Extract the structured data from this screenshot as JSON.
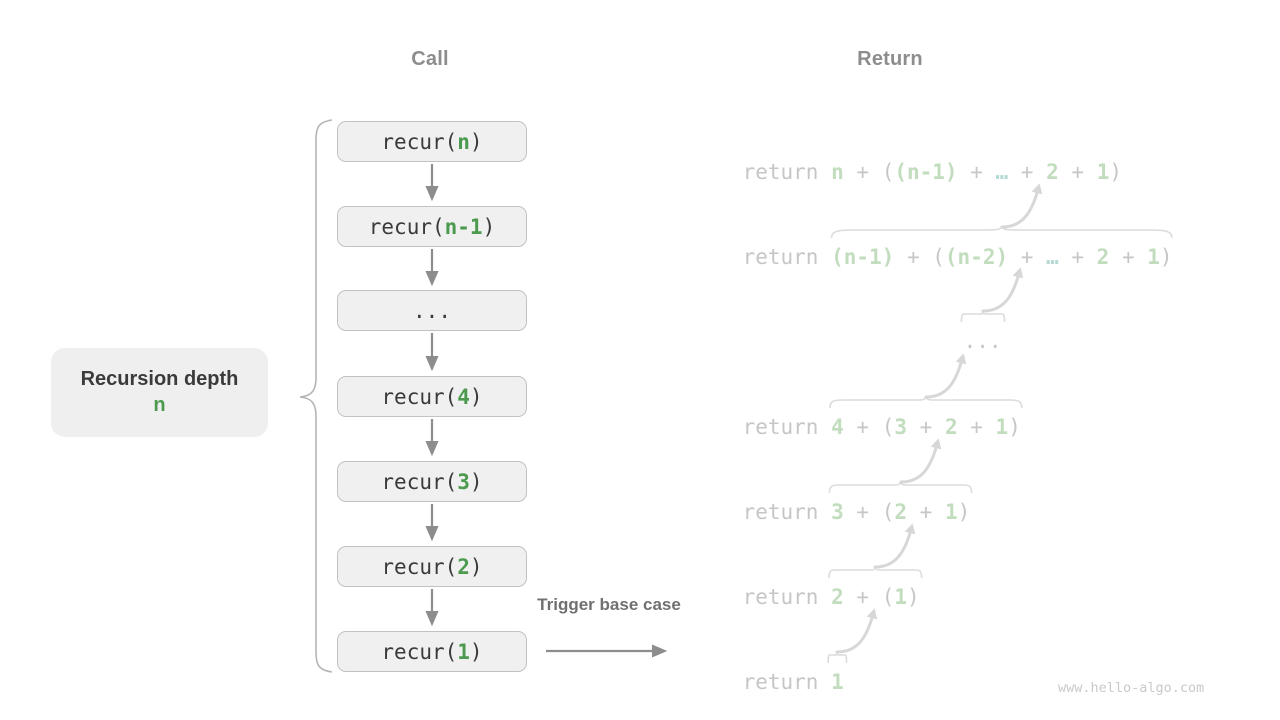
{
  "headers": {
    "call": "Call",
    "return": "Return"
  },
  "left_label": {
    "line1": "Recursion depth",
    "line2": "n"
  },
  "trigger_label": "Trigger base case",
  "watermark": "www.hello-algo.com",
  "colors": {
    "accent_green": "#4c9a4d",
    "light_green": "#c2ddbe",
    "teal_ellipsis": "#b4d8d4",
    "box_fill": "#f0f0f1",
    "box_border": "#c2c2c2",
    "header_gray": "#8d8d8d",
    "return_gray": "#c6c6c6",
    "arrow_gray": "#8d8d8d",
    "faint_stroke": "#d7d7d7"
  },
  "call_boxes": [
    {
      "segments": [
        {
          "t": "recur(",
          "s": "dark"
        },
        {
          "t": "n",
          "s": "green"
        },
        {
          "t": ")",
          "s": "dark"
        }
      ]
    },
    {
      "segments": [
        {
          "t": "recur(",
          "s": "dark"
        },
        {
          "t": "n-1",
          "s": "green"
        },
        {
          "t": ")",
          "s": "dark"
        }
      ]
    },
    {
      "segments": [
        {
          "t": "...",
          "s": "dark"
        }
      ]
    },
    {
      "segments": [
        {
          "t": "recur(",
          "s": "dark"
        },
        {
          "t": "4",
          "s": "green"
        },
        {
          "t": ")",
          "s": "dark"
        }
      ]
    },
    {
      "segments": [
        {
          "t": "recur(",
          "s": "dark"
        },
        {
          "t": "3",
          "s": "green"
        },
        {
          "t": ")",
          "s": "dark"
        }
      ]
    },
    {
      "segments": [
        {
          "t": "recur(",
          "s": "dark"
        },
        {
          "t": "2",
          "s": "green"
        },
        {
          "t": ")",
          "s": "dark"
        }
      ]
    },
    {
      "segments": [
        {
          "t": "recur(",
          "s": "dark"
        },
        {
          "t": "1",
          "s": "green"
        },
        {
          "t": ")",
          "s": "dark"
        }
      ]
    }
  ],
  "return_rows": [
    {
      "lead": "return ",
      "expr": [
        {
          "t": "n",
          "s": "lightgreen"
        },
        {
          "t": " + ",
          "s": "gray"
        },
        {
          "t": "(",
          "s": "gray"
        },
        {
          "t": "(n-1)",
          "s": "lightgreen"
        },
        {
          "t": " + ",
          "s": "gray"
        },
        {
          "t": "…",
          "s": "teal"
        },
        {
          "t": " + ",
          "s": "gray"
        },
        {
          "t": "2",
          "s": "lightgreen"
        },
        {
          "t": " + ",
          "s": "gray"
        },
        {
          "t": "1",
          "s": "lightgreen"
        },
        {
          "t": ")",
          "s": "gray"
        }
      ]
    },
    {
      "lead": "return ",
      "expr": [
        {
          "t": "(n-1)",
          "s": "lightgreen"
        },
        {
          "t": " + ",
          "s": "gray"
        },
        {
          "t": "(",
          "s": "gray"
        },
        {
          "t": "(n-2)",
          "s": "lightgreen"
        },
        {
          "t": " + ",
          "s": "gray"
        },
        {
          "t": "…",
          "s": "teal"
        },
        {
          "t": " + ",
          "s": "gray"
        },
        {
          "t": "2",
          "s": "lightgreen"
        },
        {
          "t": " + ",
          "s": "gray"
        },
        {
          "t": "1",
          "s": "lightgreen"
        },
        {
          "t": ")",
          "s": "gray"
        }
      ]
    },
    {
      "lead": "",
      "expr": [
        {
          "t": "...",
          "s": "gray"
        }
      ]
    },
    {
      "lead": "return ",
      "expr": [
        {
          "t": "4",
          "s": "lightgreen"
        },
        {
          "t": " + ",
          "s": "gray"
        },
        {
          "t": "(",
          "s": "gray"
        },
        {
          "t": "3",
          "s": "lightgreen"
        },
        {
          "t": " + ",
          "s": "gray"
        },
        {
          "t": "2",
          "s": "lightgreen"
        },
        {
          "t": " + ",
          "s": "gray"
        },
        {
          "t": "1",
          "s": "lightgreen"
        },
        {
          "t": ")",
          "s": "gray"
        }
      ]
    },
    {
      "lead": "return ",
      "expr": [
        {
          "t": "3",
          "s": "lightgreen"
        },
        {
          "t": " + ",
          "s": "gray"
        },
        {
          "t": "(",
          "s": "gray"
        },
        {
          "t": "2",
          "s": "lightgreen"
        },
        {
          "t": " + ",
          "s": "gray"
        },
        {
          "t": "1",
          "s": "lightgreen"
        },
        {
          "t": ")",
          "s": "gray"
        }
      ]
    },
    {
      "lead": "return ",
      "expr": [
        {
          "t": "2",
          "s": "lightgreen"
        },
        {
          "t": " + ",
          "s": "gray"
        },
        {
          "t": "(",
          "s": "gray"
        },
        {
          "t": "1",
          "s": "lightgreen"
        },
        {
          "t": ")",
          "s": "gray"
        }
      ]
    },
    {
      "lead": "return ",
      "expr": [
        {
          "t": "1",
          "s": "lightgreen"
        }
      ]
    }
  ]
}
